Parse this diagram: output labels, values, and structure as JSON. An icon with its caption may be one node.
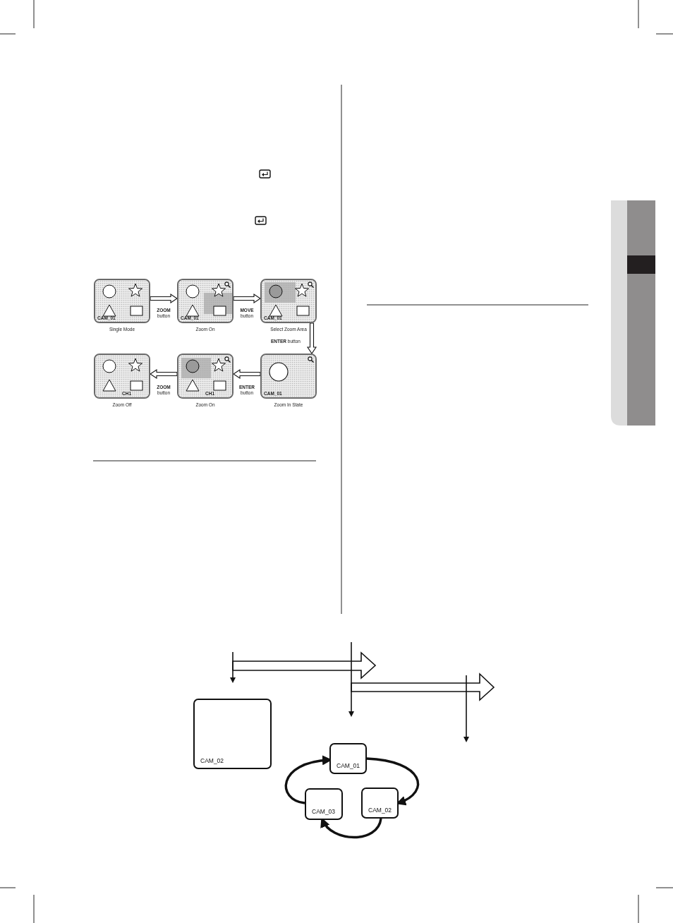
{
  "diagram": {
    "nodes": [
      {
        "text": [
          "CAM_01"
        ],
        "beside": [
          "Single Mode"
        ]
      },
      {
        "text": [
          "CAM_01"
        ],
        "beside": [
          "Zoom On"
        ]
      },
      {
        "text": [
          "CAM_01"
        ],
        "beside": [
          "Select Zoom Area"
        ]
      },
      {
        "text": [
          "CH1"
        ],
        "beside": [
          "Zoom Off"
        ]
      },
      {
        "text": [
          "CH1"
        ],
        "beside": [
          "Zoom On"
        ]
      },
      {
        "text": [
          "CAM_01"
        ],
        "beside": [
          "Zoom In State"
        ]
      },
      {
        "text": [
          "CAM_02"
        ]
      },
      {
        "text": [
          "CAM_01"
        ]
      },
      {
        "text": [
          "CAM_03"
        ]
      },
      {
        "text": [
          "CAM_02"
        ]
      }
    ],
    "edges": [
      {
        "from": 0,
        "to": 1,
        "arrow": "to",
        "label": "**ZOOM** button"
      },
      {
        "from": 1,
        "to": 2,
        "arrow": "to",
        "label": "**MOVE** button"
      },
      {
        "from": 2,
        "to": 5,
        "arrow": "to",
        "label": "**ENTER** button"
      },
      {
        "from": 5,
        "to": 4,
        "arrow": "to",
        "label": "**ENTER** button"
      },
      {
        "from": 4,
        "to": 3,
        "arrow": "to",
        "label": "**ZOOM** button"
      },
      {
        "from": 7,
        "to": 9,
        "arrow": "to"
      },
      {
        "from": 9,
        "to": 8,
        "arrow": "to"
      },
      {
        "from": 8,
        "to": 7,
        "arrow": "to"
      }
    ]
  }
}
